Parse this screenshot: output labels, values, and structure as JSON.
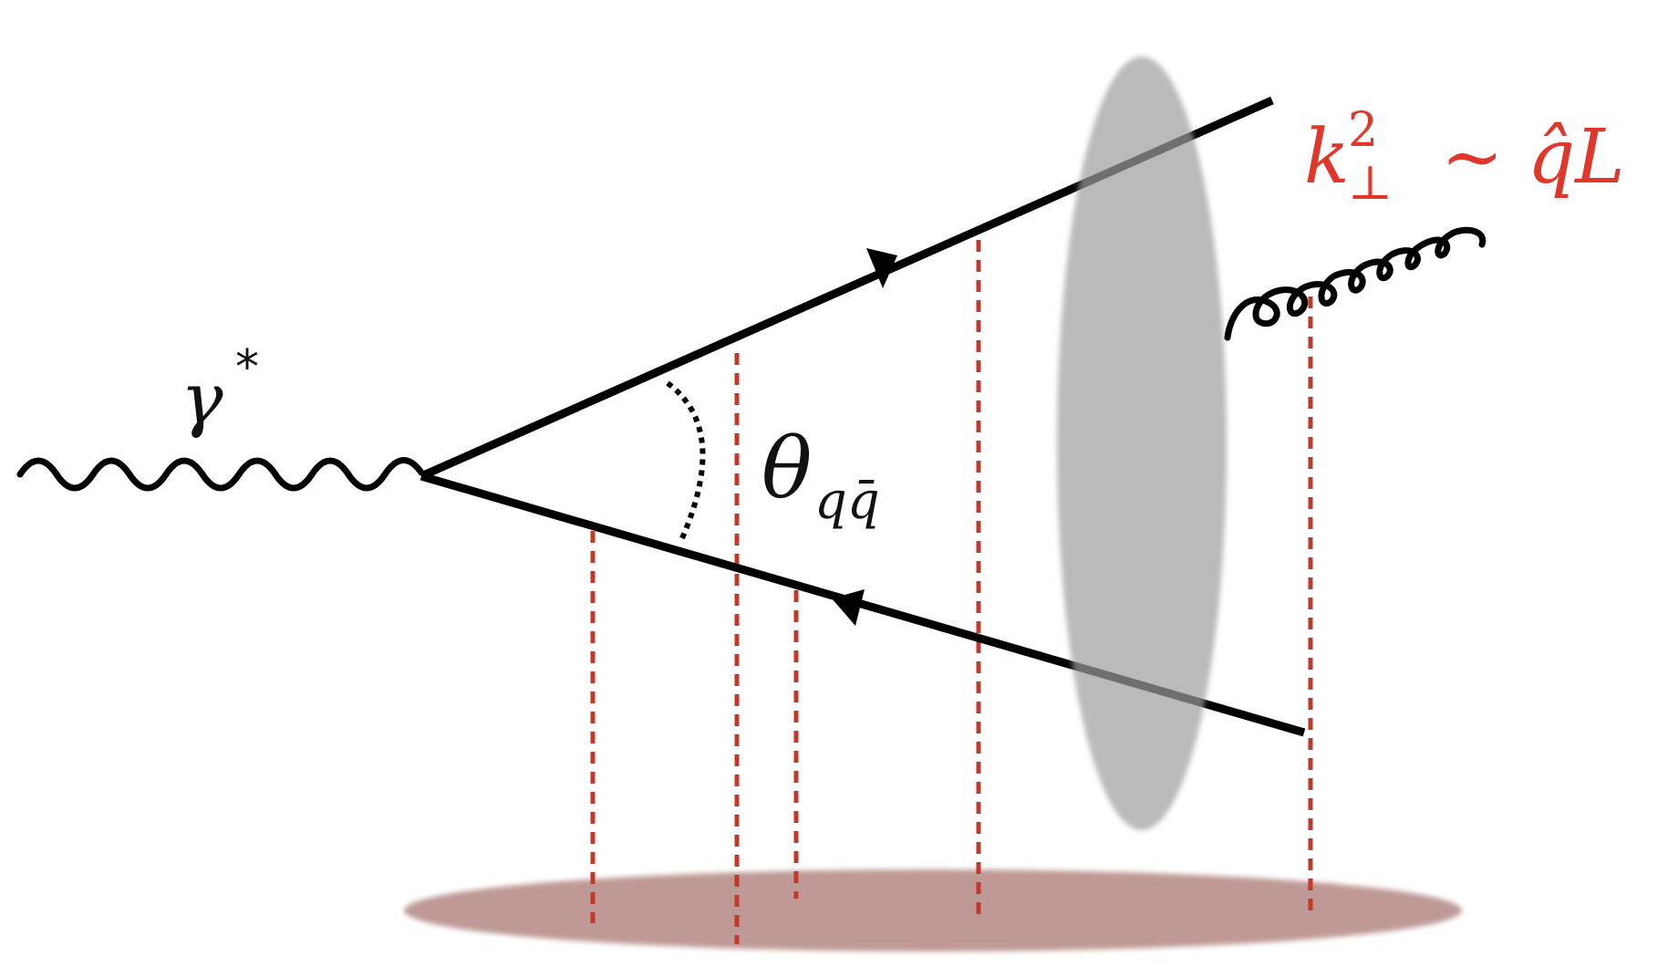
{
  "labels": {
    "photon": "γ",
    "photon_sup": "*",
    "angle_main": "θ",
    "angle_sub": "qq̄",
    "broadening_k": "k",
    "broadening_sup": "2",
    "broadening_sub": "⊥",
    "broadening_rest": "∼ q̂L"
  },
  "colors": {
    "medium_blob": "#b8b8b8",
    "medium_base": "#b78f8a",
    "exchange_lines": "#c0392b",
    "annotation_red": "#e0372b",
    "lines": "#000000"
  }
}
